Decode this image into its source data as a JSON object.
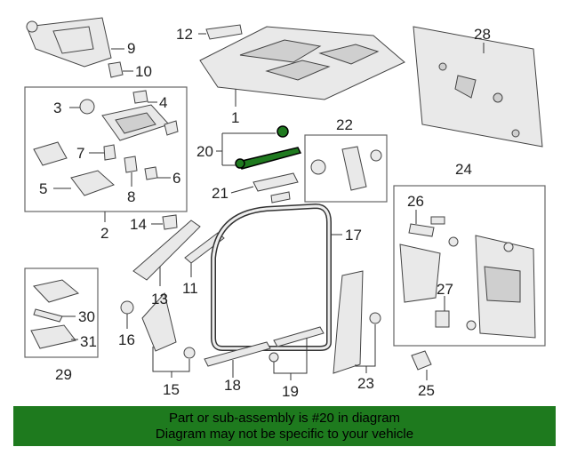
{
  "callouts": {
    "n1": "1",
    "n2": "2",
    "n3": "3",
    "n4": "4",
    "n5": "5",
    "n6": "6",
    "n7": "7",
    "n8": "8",
    "n9": "9",
    "n10": "10",
    "n11": "11",
    "n12": "12",
    "n13": "13",
    "n14": "14",
    "n15": "15",
    "n16": "16",
    "n17": "17",
    "n18": "18",
    "n19": "19",
    "n20": "20",
    "n21": "21",
    "n22": "22",
    "n23": "23",
    "n24": "24",
    "n25": "25",
    "n26": "26",
    "n27": "27",
    "n28": "28",
    "n29": "29",
    "n30": "30",
    "n31": "31"
  },
  "highlighted_part": "20",
  "highlight_color": "#1f7a1f",
  "banner": {
    "line1": "Part or sub-assembly is #20 in diagram",
    "line2": "Diagram may not be specific to your vehicle",
    "background": "#1e7a1e"
  }
}
